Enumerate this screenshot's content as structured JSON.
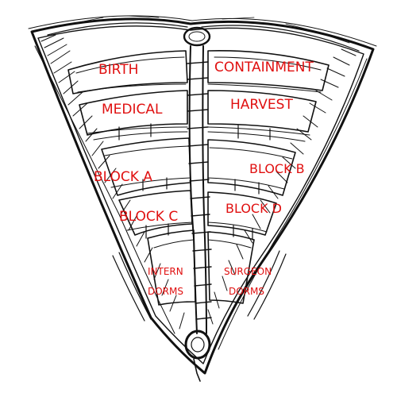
{
  "labels": {
    "birth": "BIRTH",
    "containment": "CONTAINMENT",
    "medical": "MEDICAL",
    "harvest": "HARVEST",
    "block_a": "BLOCK A",
    "block_b": "BLOCK B",
    "block_c": "BLOCK C",
    "block_d": "BLOCK D",
    "intern_line1": "INTERN",
    "intern_line2": "DORMS",
    "surgeon_line1": "SURGEON",
    "surgeon_line2": "DORMS"
  },
  "colors": {
    "ink": "#111111",
    "label": "#e01010",
    "paper": "#ffffff"
  }
}
